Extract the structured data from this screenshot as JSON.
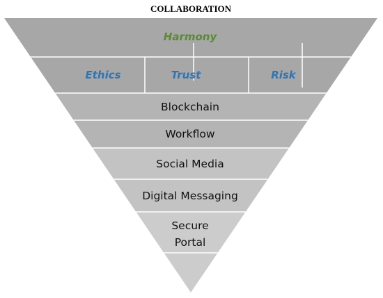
{
  "title": "COLLABORATION",
  "harmony": "Harmony",
  "values": [
    "Ethics",
    "Trust",
    "Risk"
  ],
  "layers": [
    "Blockchain",
    "Workflow",
    "Social Media",
    "Digital Messaging",
    "Secure",
    "Portal"
  ],
  "colors": {
    "band_dark": "#a7a7a7",
    "band_mid": "#b4b4b4",
    "band_light": "#c3c3c3",
    "band_lighter": "#cccccc",
    "divider": "#ffffff",
    "harmony": "#5a8a32",
    "values": "#2e75b6"
  }
}
